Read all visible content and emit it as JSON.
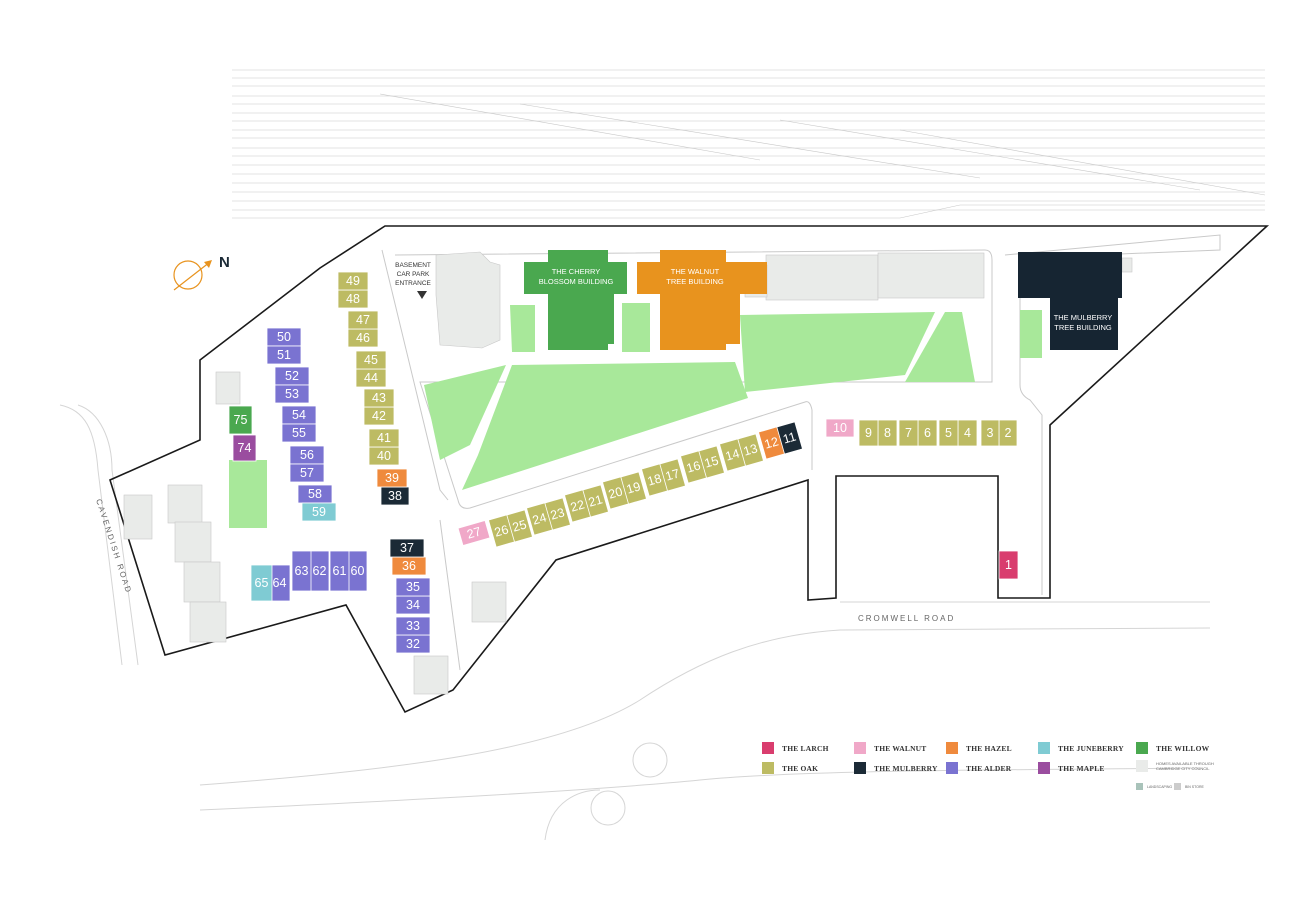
{
  "colors": {
    "larch": "#d93d6e",
    "walnut": "#f0a8c8",
    "hazel": "#ef8a3d",
    "juneberry": "#7fcbd3",
    "willow": "#4aa84f",
    "oak": "#bdbb63",
    "mulberry": "#1b2a36",
    "alder": "#7a73d1",
    "maple": "#9a4d9f",
    "council": "#e9ebe9",
    "green": "#a8e89a",
    "cherry_building": "#4aa84f",
    "walnut_building": "#e8931e",
    "mulberry_building": "#162532",
    "landscaping": "#a9c3ba",
    "bin_store": "#cccccc"
  },
  "north_label": "N",
  "labels": {
    "car_park_1": "BASEMENT",
    "car_park_2": "CAR PARK",
    "car_park_3": "ENTRANCE",
    "cherry_1": "THE CHERRY",
    "cherry_2": "BLOSSOM BUILDING",
    "walnut_1": "THE WALNUT",
    "walnut_2": "TREE BUILDING",
    "mulberry_1": "THE MULBERRY",
    "mulberry_2": "TREE BUILDING"
  },
  "roads": {
    "cromwell": "CROMWELL ROAD",
    "cavendish": "CAVENDISH ROAD"
  },
  "plots": [
    {
      "n": "1",
      "type": "larch"
    },
    {
      "n": "2",
      "type": "oak"
    },
    {
      "n": "3",
      "type": "oak"
    },
    {
      "n": "4",
      "type": "oak"
    },
    {
      "n": "5",
      "type": "oak"
    },
    {
      "n": "6",
      "type": "oak"
    },
    {
      "n": "7",
      "type": "oak"
    },
    {
      "n": "8",
      "type": "oak"
    },
    {
      "n": "9",
      "type": "oak"
    },
    {
      "n": "10",
      "type": "walnut"
    },
    {
      "n": "11",
      "type": "mulberry"
    },
    {
      "n": "12",
      "type": "hazel"
    },
    {
      "n": "13",
      "type": "oak"
    },
    {
      "n": "14",
      "type": "oak"
    },
    {
      "n": "15",
      "type": "oak"
    },
    {
      "n": "16",
      "type": "oak"
    },
    {
      "n": "17",
      "type": "oak"
    },
    {
      "n": "18",
      "type": "oak"
    },
    {
      "n": "19",
      "type": "oak"
    },
    {
      "n": "20",
      "type": "oak"
    },
    {
      "n": "21",
      "type": "oak"
    },
    {
      "n": "22",
      "type": "oak"
    },
    {
      "n": "23",
      "type": "oak"
    },
    {
      "n": "24",
      "type": "oak"
    },
    {
      "n": "25",
      "type": "oak"
    },
    {
      "n": "26",
      "type": "oak"
    },
    {
      "n": "27",
      "type": "walnut"
    },
    {
      "n": "32",
      "type": "alder"
    },
    {
      "n": "33",
      "type": "alder"
    },
    {
      "n": "34",
      "type": "alder"
    },
    {
      "n": "35",
      "type": "alder"
    },
    {
      "n": "36",
      "type": "hazel"
    },
    {
      "n": "37",
      "type": "mulberry"
    },
    {
      "n": "38",
      "type": "mulberry"
    },
    {
      "n": "39",
      "type": "hazel"
    },
    {
      "n": "40",
      "type": "oak"
    },
    {
      "n": "41",
      "type": "oak"
    },
    {
      "n": "42",
      "type": "oak"
    },
    {
      "n": "43",
      "type": "oak"
    },
    {
      "n": "44",
      "type": "oak"
    },
    {
      "n": "45",
      "type": "oak"
    },
    {
      "n": "46",
      "type": "oak"
    },
    {
      "n": "47",
      "type": "oak"
    },
    {
      "n": "48",
      "type": "oak"
    },
    {
      "n": "49",
      "type": "oak"
    },
    {
      "n": "50",
      "type": "alder"
    },
    {
      "n": "51",
      "type": "alder"
    },
    {
      "n": "52",
      "type": "alder"
    },
    {
      "n": "53",
      "type": "alder"
    },
    {
      "n": "54",
      "type": "alder"
    },
    {
      "n": "55",
      "type": "alder"
    },
    {
      "n": "56",
      "type": "alder"
    },
    {
      "n": "57",
      "type": "alder"
    },
    {
      "n": "58",
      "type": "alder"
    },
    {
      "n": "59",
      "type": "juneberry"
    },
    {
      "n": "60",
      "type": "alder"
    },
    {
      "n": "61",
      "type": "alder"
    },
    {
      "n": "62",
      "type": "alder"
    },
    {
      "n": "63",
      "type": "alder"
    },
    {
      "n": "64",
      "type": "alder"
    },
    {
      "n": "65",
      "type": "juneberry"
    },
    {
      "n": "74",
      "type": "maple"
    },
    {
      "n": "75",
      "type": "willow"
    }
  ],
  "legend": {
    "larch": "THE LARCH",
    "walnut": "THE WALNUT",
    "hazel": "THE HAZEL",
    "juneberry": "THE JUNEBERRY",
    "willow": "THE WILLOW",
    "oak": "THE OAK",
    "mulberry": "THE MULBERRY",
    "alder": "THE ALDER",
    "maple": "THE MAPLE",
    "council_1": "HOMES AVAILABLE THROUGH",
    "council_2": "CAMBRIDGE CITY COUNCIL",
    "landscaping": "LANDSCAPING",
    "bin_store": "BIN STORE"
  }
}
